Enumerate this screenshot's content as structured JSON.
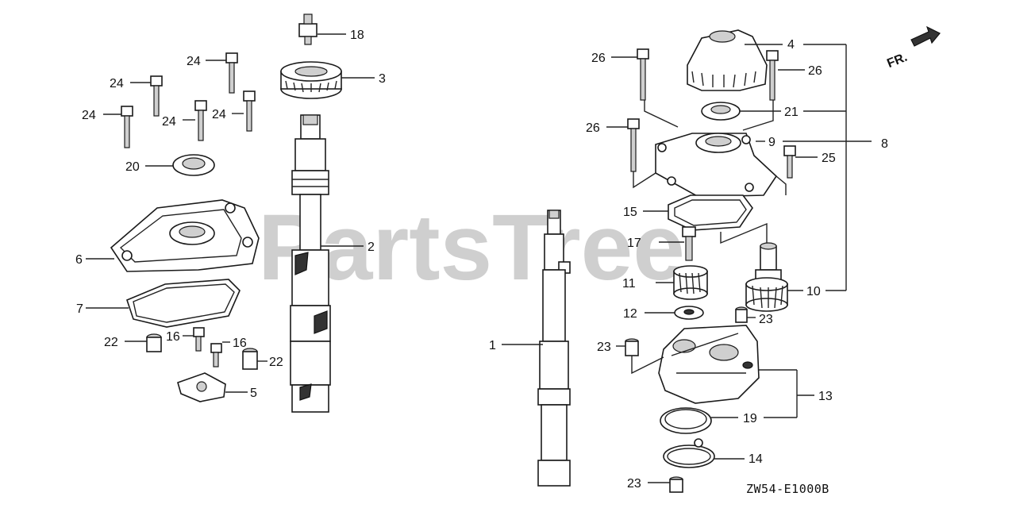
{
  "watermark": "PartsTree",
  "diagram_code": "ZW54-E1000B",
  "direction_label": "FR.",
  "callouts": {
    "c1": "1",
    "c2": "2",
    "c3": "3",
    "c4": "4",
    "c5": "5",
    "c6": "6",
    "c7": "7",
    "c8": "8",
    "c9": "9",
    "c10": "10",
    "c11": "11",
    "c12": "12",
    "c13": "13",
    "c14": "14",
    "c15": "15",
    "c16a": "16",
    "c16b": "16",
    "c17": "17",
    "c18": "18",
    "c19": "19",
    "c20": "20",
    "c21": "21",
    "c22a": "22",
    "c22b": "22",
    "c23a": "23",
    "c23b": "23",
    "c23c": "23",
    "c24a": "24",
    "c24b": "24",
    "c24c": "24",
    "c24d": "24",
    "c24e": "24",
    "c25": "25",
    "c26a": "26",
    "c26b": "26",
    "c26c": "26"
  }
}
